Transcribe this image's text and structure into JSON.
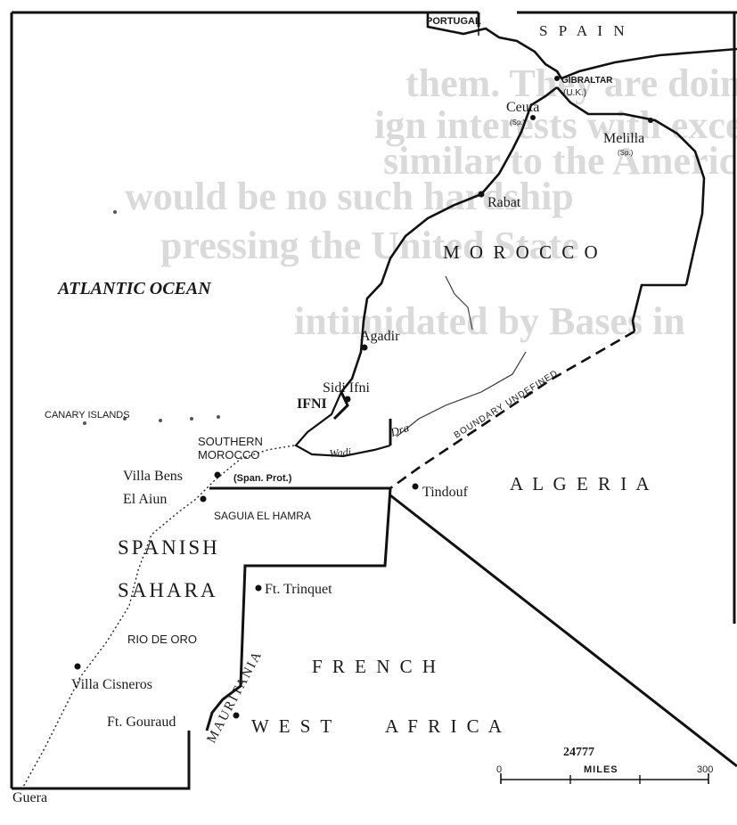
{
  "map": {
    "map_number": "24777",
    "ocean": "ATLANTIC OCEAN",
    "countries": {
      "portugal": "PORTUGAL",
      "spain": "S P A I N",
      "morocco": "M O R O C C O",
      "algeria": "A L G E R I A",
      "spanish": "SPANISH",
      "sahara": "SAHARA",
      "french": "F R E N C H",
      "west": "W E S T",
      "africa": "A F R I C A",
      "mauritania": "MAURITANIA"
    },
    "regions": {
      "ifni": "IFNI",
      "southern_morocco_1": "SOUTHERN",
      "southern_morocco_2": "MOROCCO",
      "span_prot": "(Span. Prot.)",
      "saguia": "SAGUIA EL HAMRA",
      "rio_de_oro": "RIO DE ORO",
      "canary": "CANARY ISLANDS",
      "gibraltar": "GIBRALTAR",
      "uk": "(U.K.)"
    },
    "cities": {
      "ceuta": "Ceuta",
      "ceuta_sp": "(Sp.)",
      "melilla": "Melilla",
      "melilla_sp": "(Sp.)",
      "rabat": "Rabat",
      "agadir": "Agadir",
      "sidi_ifni": "Sidi Ifni",
      "villa_bens": "Villa Bens",
      "el_aiun": "El Aiun",
      "tindouf": "Tindouf",
      "ft_trinquet": "Ft. Trinquet",
      "villa_cisneros": "Villa Cisneros",
      "ft_gouraud": "Ft. Gouraud",
      "guera": "Guera"
    },
    "features": {
      "wadi": "Wadi",
      "dra": "Dra",
      "boundary": "BOUNDARY UNDEFINED"
    },
    "scale": {
      "zero": "0",
      "unit": "MILES",
      "max": "300"
    },
    "bleed_through": [
      "them. They are doing so  through",
      "ign   interests    with   exception",
      "similar  to  the  American  ambassad",
      "would be no such hardship",
      "pressing  the  United  State",
      "intimidated  by Bases  in"
    ]
  }
}
